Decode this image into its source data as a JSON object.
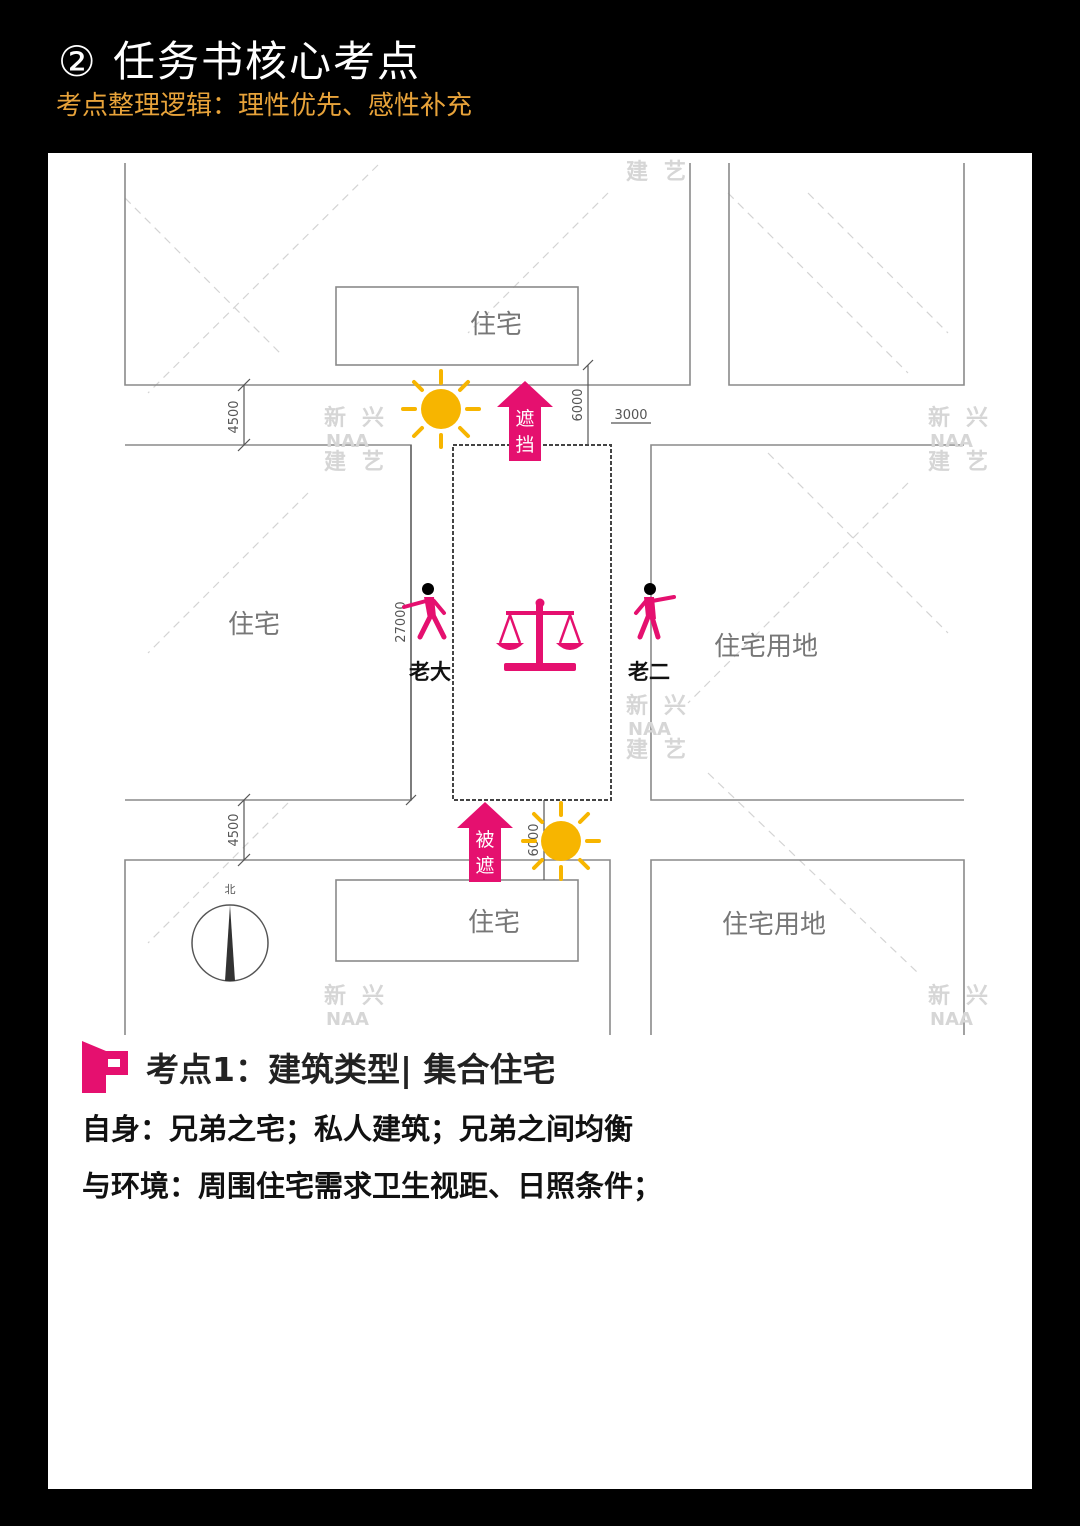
{
  "header": {
    "title": "② 任务书核心考点",
    "subtitle": "考点整理逻辑：理性优先、感性补充"
  },
  "plan": {
    "labels": {
      "north_block": "住宅",
      "west_block": "住宅",
      "east_block": "住宅用地",
      "south_block": "住宅",
      "southeast_block": "住宅用地",
      "person_left": "老大",
      "person_right": "老二",
      "arrow_top": [
        "遮",
        "挡"
      ],
      "arrow_bottom": [
        "被",
        "遮"
      ],
      "north_mark": "北"
    },
    "dimensions": {
      "road_top": "4500",
      "road_bottom": "4500",
      "setback_top": "6000",
      "setback_bottom": "6000",
      "side_gap": "3000",
      "site_length": "27000"
    },
    "watermark": [
      "新",
      "兴",
      "NAA",
      "建",
      "艺"
    ],
    "colors": {
      "accent": "#e5106f",
      "sun": "#f7b500",
      "line": "#7a7a7a"
    }
  },
  "point1": {
    "title": "考点1：建筑类型| 集合住宅",
    "line1": "自身：兄弟之宅；私人建筑；兄弟之间均衡",
    "line2": "与环境：周围住宅需求卫生视距、日照条件；"
  }
}
